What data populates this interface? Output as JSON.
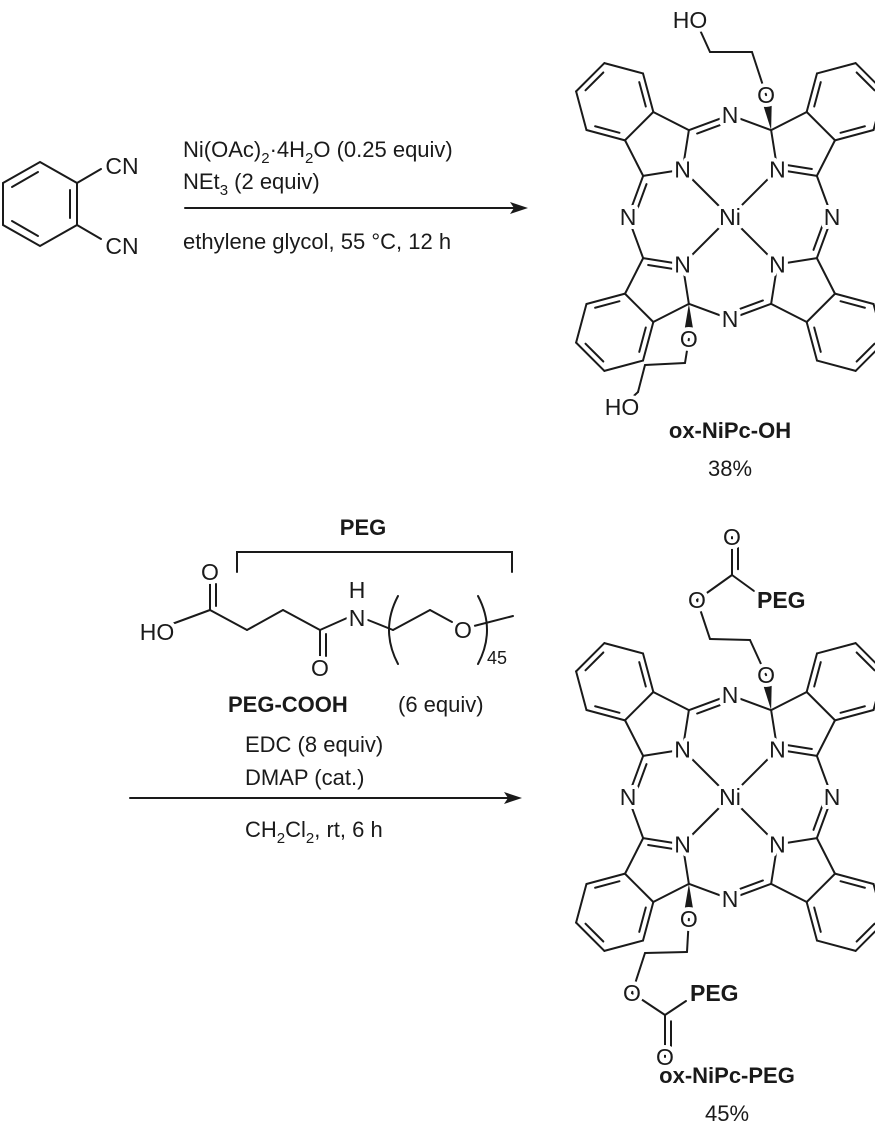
{
  "atoms": {
    "N": "N",
    "Ni": "Ni",
    "O": "O",
    "HO": "HO",
    "H": "H"
  },
  "starting_material": {
    "substituent_label": "CN"
  },
  "reaction1": {
    "reagent_line1": [
      "Ni(OAc)",
      "2",
      "·4H",
      "2",
      "O (0.25 equiv)"
    ],
    "reagent_line2": [
      "NEt",
      "3",
      " (2 equiv)"
    ],
    "conditions": "ethylene glycol, 55 °C, 12 h"
  },
  "product1": {
    "name": "ox-NiPc-OH",
    "yield": "38%"
  },
  "reaction2": {
    "peg_bracket_label": "PEG",
    "repeat_count": "45",
    "reagent_name": "PEG-COOH",
    "reagent_amount": "(6 equiv)",
    "edc": "EDC (8 equiv)",
    "dmap": "DMAP (cat.)",
    "conditions": [
      "CH",
      "2",
      "Cl",
      "2",
      ", rt, 6 h"
    ]
  },
  "product2": {
    "name": "ox-NiPc-PEG",
    "yield": "45%",
    "end_group": "PEG"
  }
}
